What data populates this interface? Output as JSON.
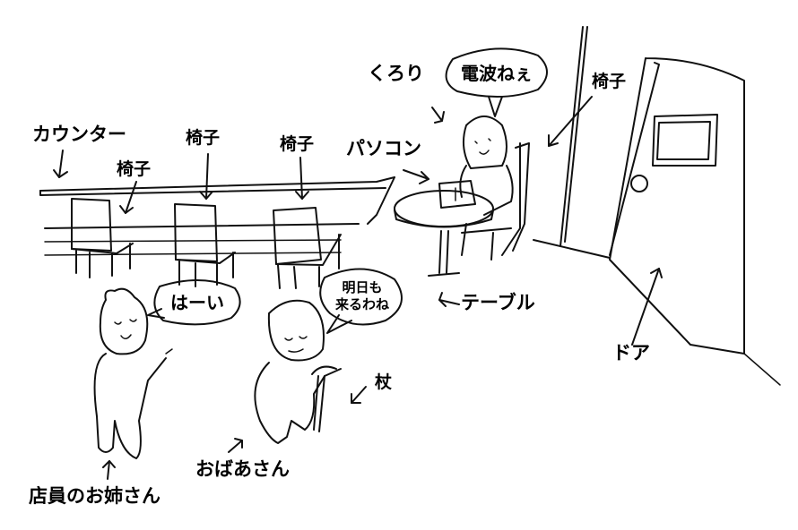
{
  "labels": {
    "counter": "カウンター",
    "chair_1": "椅子",
    "chair_2": "椅子",
    "chair_3": "椅子",
    "chair_4": "椅子",
    "pc": "パソコン",
    "girl_name": "くろり",
    "girl_speech": "電波ねぇ",
    "table": "テーブル",
    "door": "ドア",
    "cane": "杖",
    "staff": "店員のお姉さん",
    "staff_speech": "はーい",
    "grandma": "おばあさん",
    "grandma_speech_line1": "明日も",
    "grandma_speech_line2": "来るわね"
  },
  "colors": {
    "ink": "#111111",
    "background": "#ffffff"
  }
}
